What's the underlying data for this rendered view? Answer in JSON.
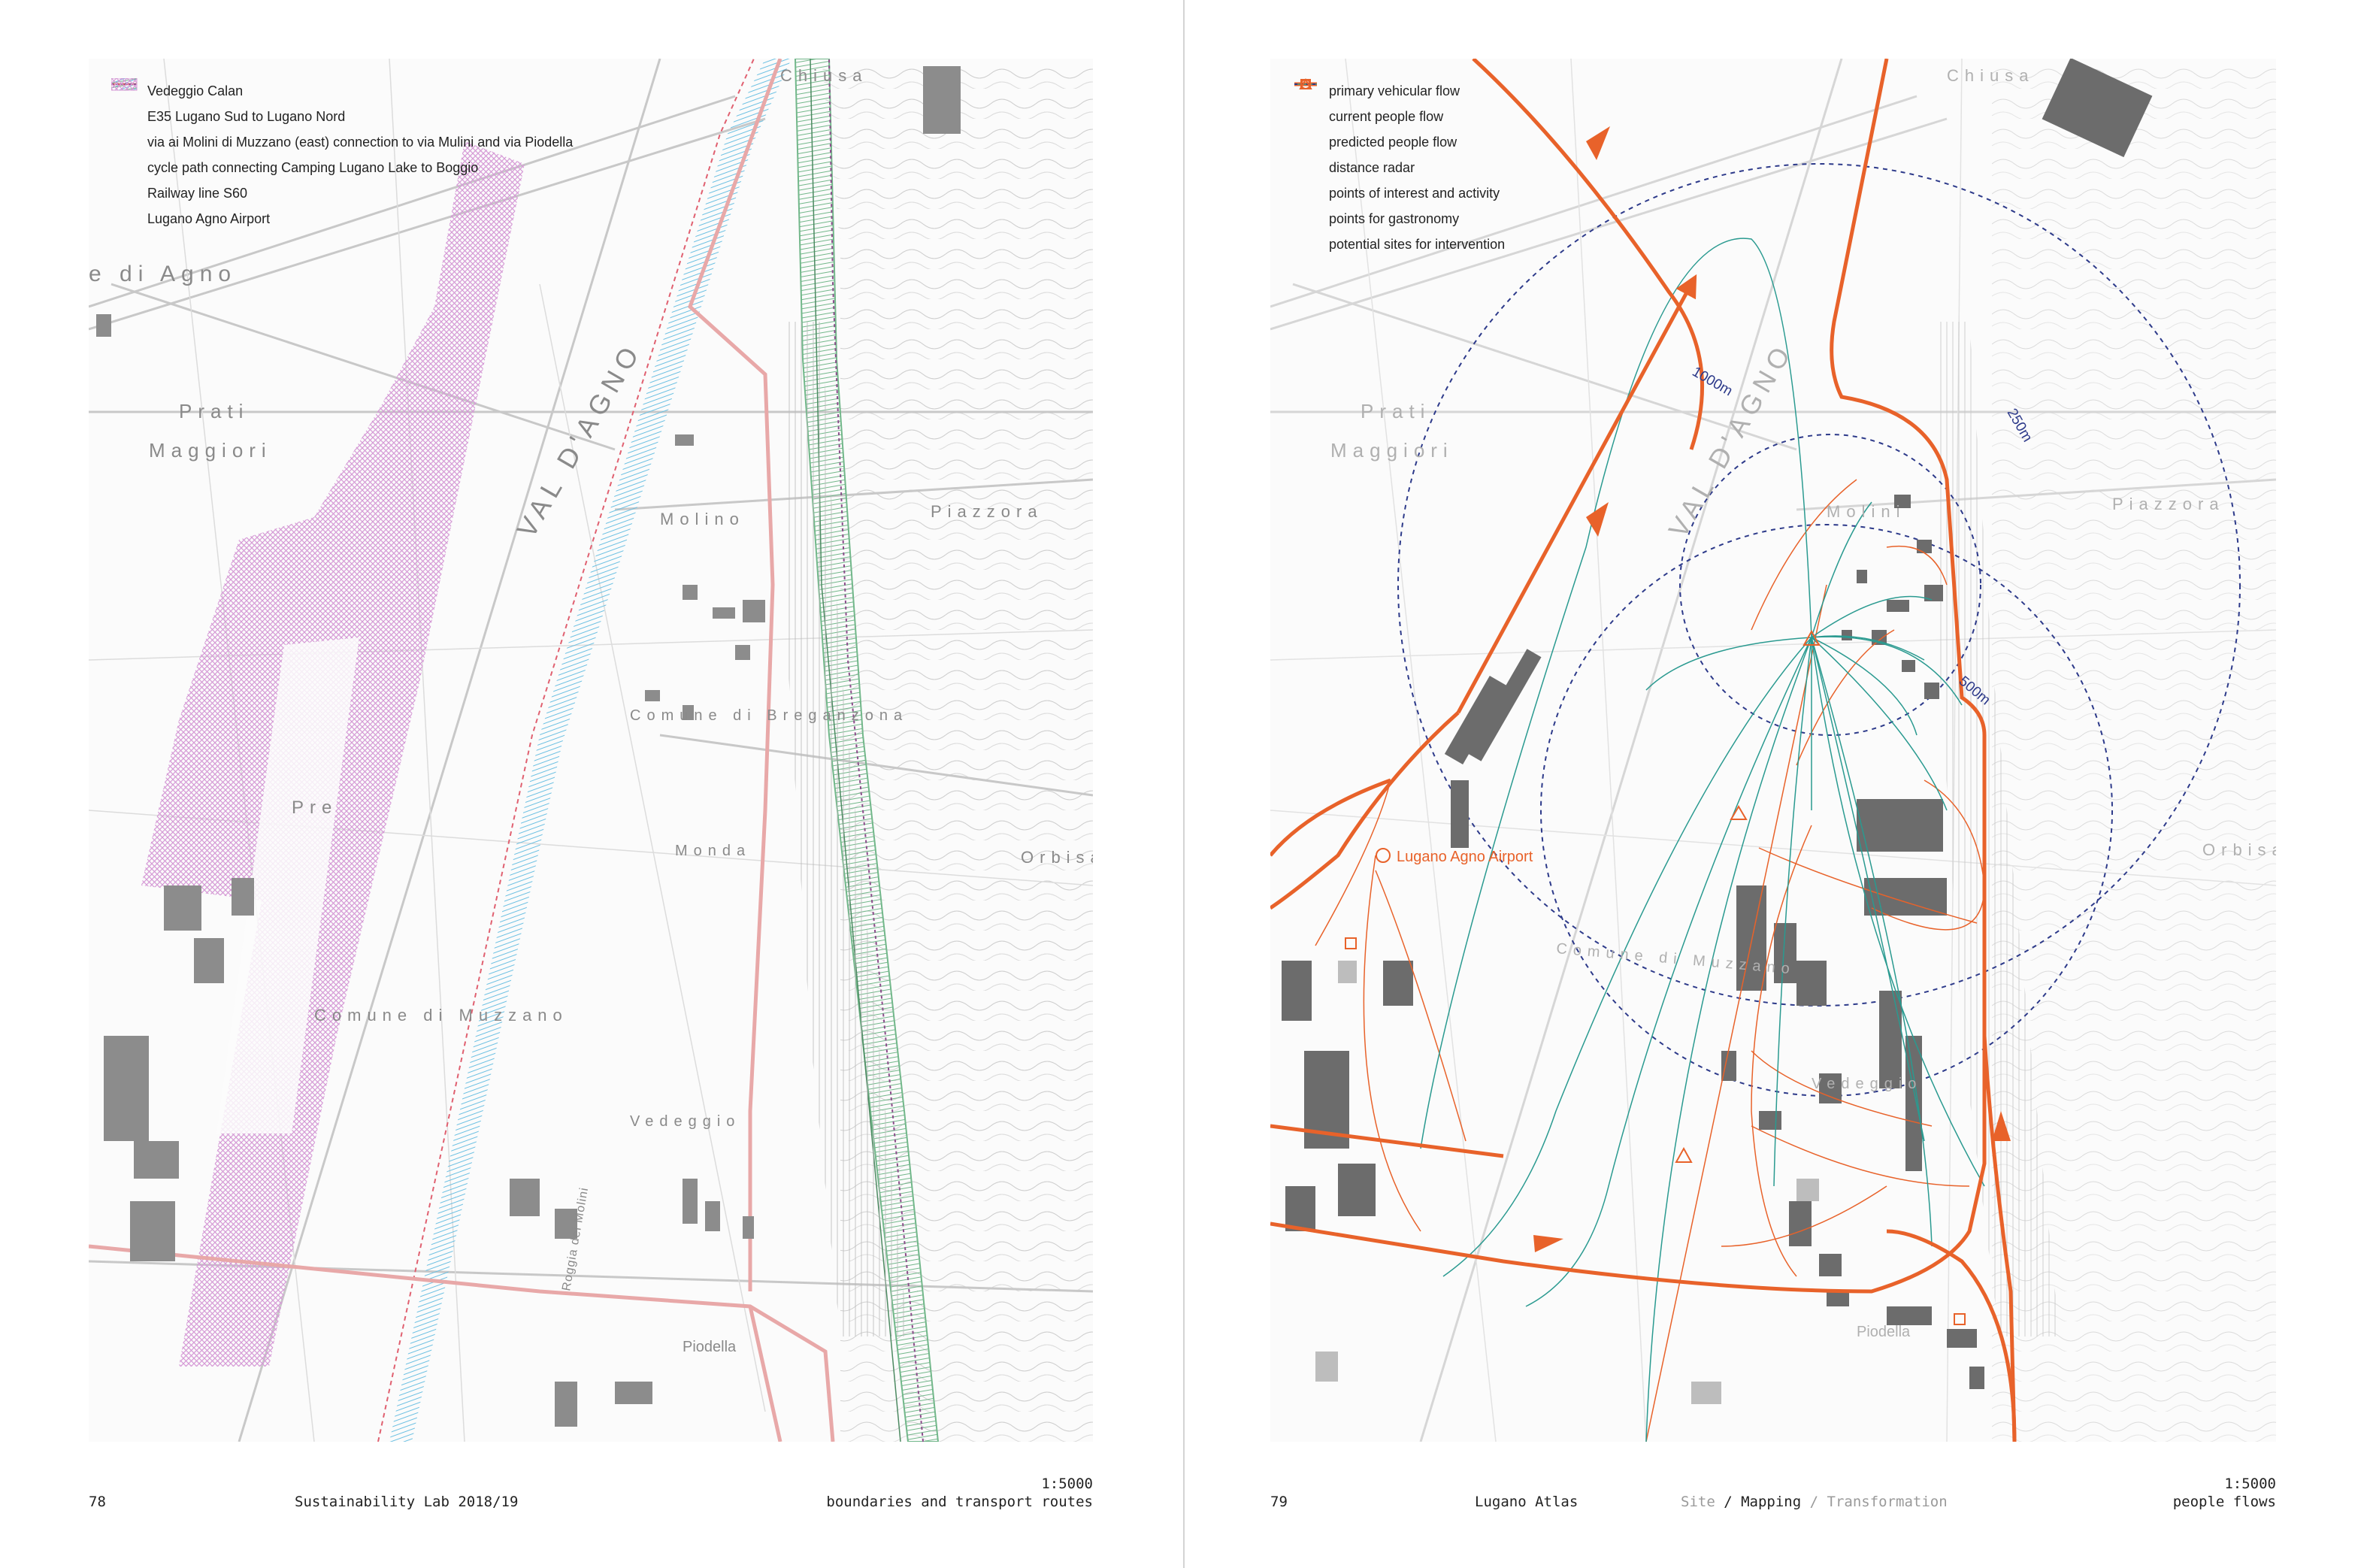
{
  "left_page": {
    "legend": [
      {
        "label": "Vedeggio Calan",
        "swatch": "hatch-blue",
        "color": "#7fc8e6"
      },
      {
        "label": "E35 Lugano Sud to Lugano Nord",
        "swatch": "hatch-green",
        "color": "#7fbf94"
      },
      {
        "label": "via ai Molini di Muzzano (east) connection to via Mulini and via Piodella",
        "swatch": "line-pink",
        "color": "#e8a0a0"
      },
      {
        "label": "cycle path connecting Camping Lugano Lake to Boggio",
        "swatch": "dash-red",
        "color": "#d0505a"
      },
      {
        "label": "Railway line S60",
        "swatch": "dash-purple",
        "color": "#8a4d8a"
      },
      {
        "label": "Lugano Agno Airport",
        "swatch": "hatch-purple",
        "color": "#d8a0d8"
      }
    ],
    "map_labels": [
      "Chiusa",
      "VAL D'AGNO",
      "e di Agno",
      "Prati",
      "Maggiori",
      "Molino",
      "Comune di Breganzona",
      "Piazzora",
      "Monda",
      "Comune di Muzzano",
      "Vedeggio",
      "Piodella",
      "Roggia dei Molini",
      "Pre",
      "Orbisa"
    ],
    "footer": {
      "page_number": "78",
      "book_title": "Sustainability Lab 2018/19",
      "scale": "1:5000",
      "caption": "boundaries and transport routes"
    }
  },
  "right_page": {
    "legend": [
      {
        "label": "primary vehicular flow",
        "swatch": "thick-orange",
        "color": "#e8622a"
      },
      {
        "label": "current people flow",
        "swatch": "thin-orange",
        "color": "#e8622a"
      },
      {
        "label": "predicted people flow",
        "swatch": "thin-teal",
        "color": "#2a9a90"
      },
      {
        "label": "distance radar",
        "swatch": "dash-navy",
        "color": "#2d3a8a"
      },
      {
        "label": "points of interest and activity",
        "swatch": "circle-orange",
        "color": "#e8622a"
      },
      {
        "label": "points for gastronomy",
        "swatch": "square-orange",
        "color": "#e8622a"
      },
      {
        "label": "potential sites for intervention",
        "swatch": "triangle-orange",
        "color": "#e8622a"
      }
    ],
    "radar_labels": [
      "1000m",
      "250m",
      "500m"
    ],
    "poi_label": "Lugano Agno Airport",
    "map_labels": [
      "Chiusa",
      "VAL D'AGNO",
      "Prati",
      "Maggiori",
      "Molini",
      "Piazzora",
      "Comune di Muzzano",
      "Vedeggio",
      "Piodella",
      "Orbisa"
    ],
    "footer": {
      "page_number": "79",
      "book_title": "Lugano Atlas",
      "nav_site": "Site",
      "sep1": " / ",
      "nav_mapping": "Mapping",
      "sep2": " / ",
      "nav_transformation": "Transformation",
      "scale": "1:5000",
      "caption": "people flows"
    }
  }
}
